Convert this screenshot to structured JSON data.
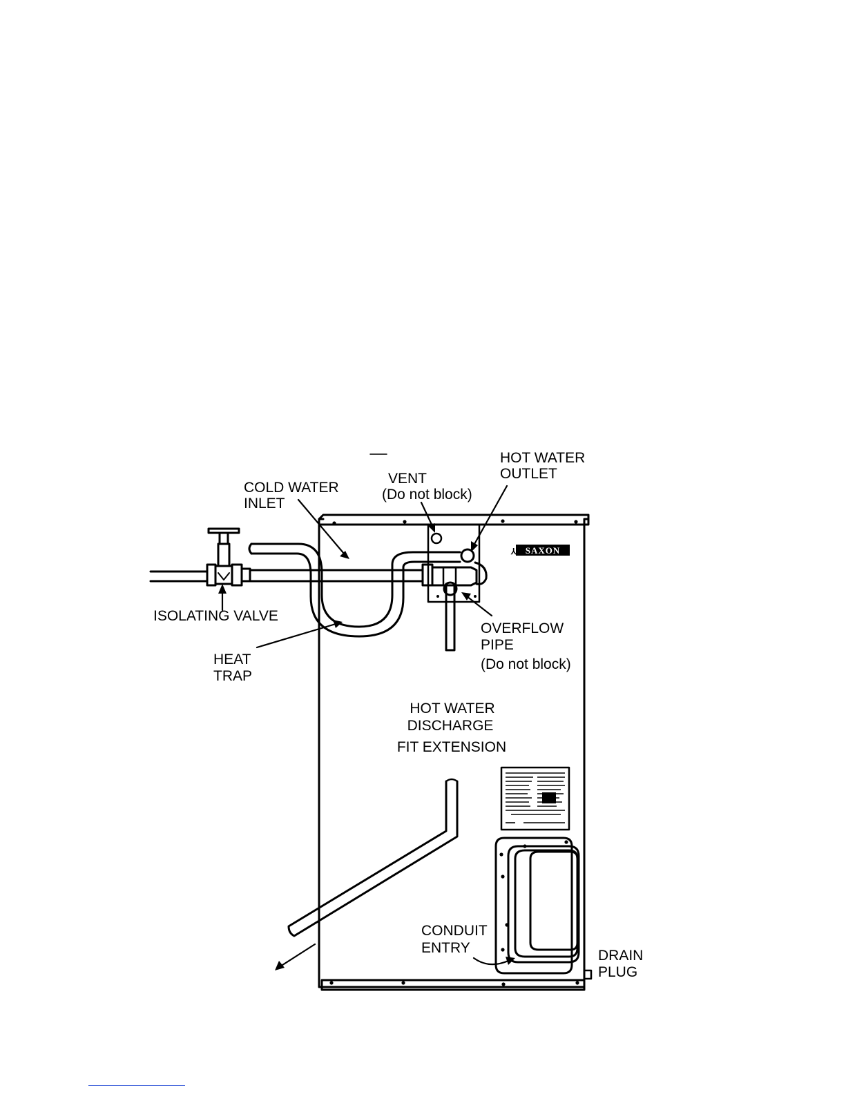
{
  "labels": {
    "hot_water_outlet": [
      "HOT WATER",
      "OUTLET"
    ],
    "vent": [
      "VENT",
      "(Do not block)"
    ],
    "cold_water_inlet": [
      "COLD WATER",
      "INLET"
    ],
    "isolating_valve": "ISOLATING VALVE",
    "heat_trap": [
      "HEAT",
      "TRAP"
    ],
    "overflow_pipe": [
      "OVERFLOW",
      "PIPE",
      "(Do not block)"
    ],
    "hot_water_discharge": [
      "HOT WATER",
      "DISCHARGE",
      "FIT EXTENSION"
    ],
    "conduit_entry": [
      "CONDUIT",
      "ENTRY"
    ],
    "drain_plug": [
      "DRAIN",
      "PLUG"
    ]
  },
  "brand": "SAXON",
  "colors": {
    "ink": "#000000",
    "paper": "#ffffff",
    "rule": "#2a4fd6"
  }
}
